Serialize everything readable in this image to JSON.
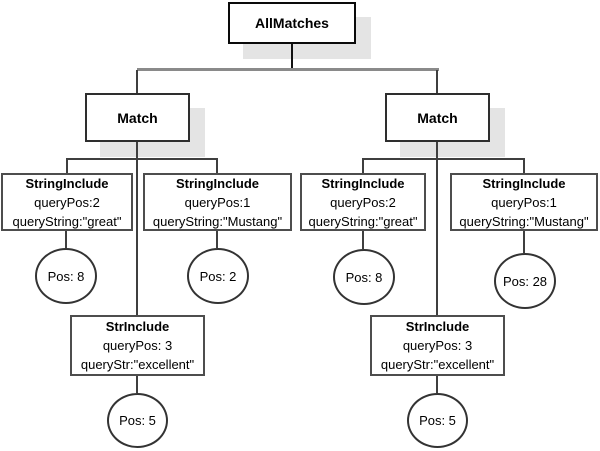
{
  "root_node": {
    "label": "AllMatches"
  },
  "match_nodes": {
    "left": "Match",
    "right": "Match"
  },
  "include_nodes": {
    "left_great": {
      "title": "StringInclude",
      "attr1": "queryPos:2",
      "attr2": "queryString:\"great\""
    },
    "left_mustang": {
      "title": "StringInclude",
      "attr1": "queryPos:1",
      "attr2": "queryString:\"Mustang\""
    },
    "right_great": {
      "title": "StringInclude",
      "attr1": "queryPos:2",
      "attr2": "queryString:\"great\""
    },
    "right_mustang": {
      "title": "StringInclude",
      "attr1": "queryPos:1",
      "attr2": "queryString:\"Mustang\""
    },
    "left_excellent": {
      "title": "StrInclude",
      "attr1": "queryPos: 3",
      "attr2": "queryStr:\"excellent\""
    },
    "right_excellent": {
      "title": "StrInclude",
      "attr1": "queryPos: 3",
      "attr2": "queryStr:\"excellent\""
    }
  },
  "pos_circles": {
    "left_great": "Pos: 8",
    "left_mustang": "Pos: 2",
    "right_great": "Pos: 8",
    "right_mustang": "Pos: 28",
    "left_excellent": "Pos: 5",
    "right_excellent": "Pos: 5"
  },
  "colors": {
    "shadow": "#e4e4e4",
    "connector": "#3f3f3f",
    "top_connector": "#8a8a8a",
    "box_border": "#2e2e2e"
  }
}
